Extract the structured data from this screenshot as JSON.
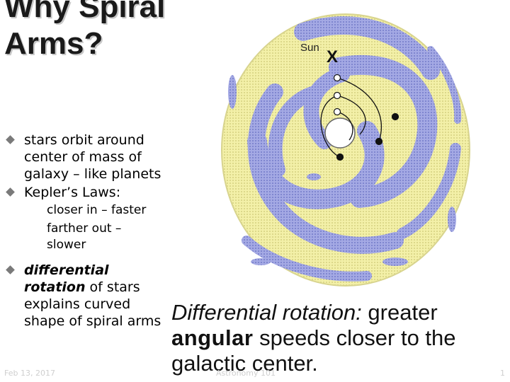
{
  "title": "Why Spiral Arms?",
  "bullets": [
    "stars orbit around center of mass of galaxy – like planets",
    "Kepler’s Laws:"
  ],
  "sub_bullets": [
    "closer in – faster",
    "farther out – slower"
  ],
  "bullet3": {
    "bold_italic": "differential",
    "italic": "rotation",
    "rest_1": " of",
    "rest_2": "stars explains curved shape of spiral arms"
  },
  "diagram": {
    "sun_label": "Sun",
    "marker": "X"
  },
  "caption": {
    "italic_part": "Differential rotation:",
    "part1": " greater",
    "bold_word": "angular",
    "part2": " speeds closer to the galactic center."
  },
  "footer": {
    "left": "Feb 13, 2017",
    "center": "Astronomy 101",
    "page": "1"
  },
  "colors": {
    "disk": "#f3f0a8",
    "arm": "#9fa5e0",
    "arm_dark": "#6d74c4",
    "bullet": "#7a7a7a"
  }
}
